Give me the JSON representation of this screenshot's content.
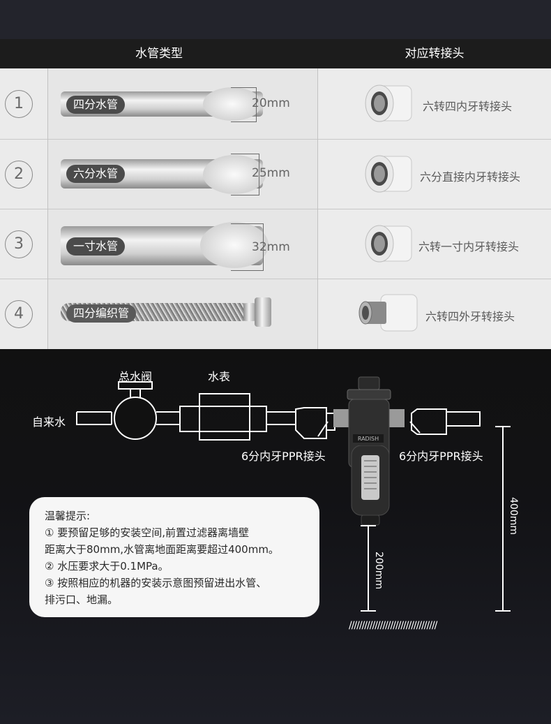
{
  "table": {
    "header_pipe": "水管类型",
    "header_fitting": "对应转接头",
    "rows": [
      {
        "num": "1",
        "pipe": "四分水管",
        "size": "20mm",
        "fitting": "六转四内牙转接头"
      },
      {
        "num": "2",
        "pipe": "六分水管",
        "size": "25mm",
        "fitting": "六分直接内牙转接头"
      },
      {
        "num": "3",
        "pipe": "一寸水管",
        "size": "32mm",
        "fitting": "六转一寸内牙转接头"
      },
      {
        "num": "4",
        "pipe": "四分编织管",
        "size": "",
        "fitting": "六转四外牙转接头"
      }
    ]
  },
  "diagram": {
    "main_valve": "总水阀",
    "water_meter": "水表",
    "inlet": "自来水",
    "left_connector": "6分内牙PPR接头",
    "right_connector": "6分内牙PPR接头",
    "brand": "RADISH",
    "height_right": "400mm",
    "height_left": "200mm",
    "floor_hatch": "//////////////////////////////////"
  },
  "tips": {
    "title": "温馨提示:",
    "line1": "① 要预留足够的安装空间,前置过滤器离墙壁",
    "line2": "距离大于80mm,水管离地面距离要超过400mm。",
    "line3": "② 水压要求大于0.1MPa。",
    "line4": "③ 按照相应的机器的安装示意图预留进出水管、",
    "line5": "排污口、地漏。"
  },
  "colors": {
    "table_header": "#1c1c1c",
    "table_bg": "#e4e4e4",
    "diagram_bg": "#111111",
    "tip_bg": "#f6f6f6"
  }
}
